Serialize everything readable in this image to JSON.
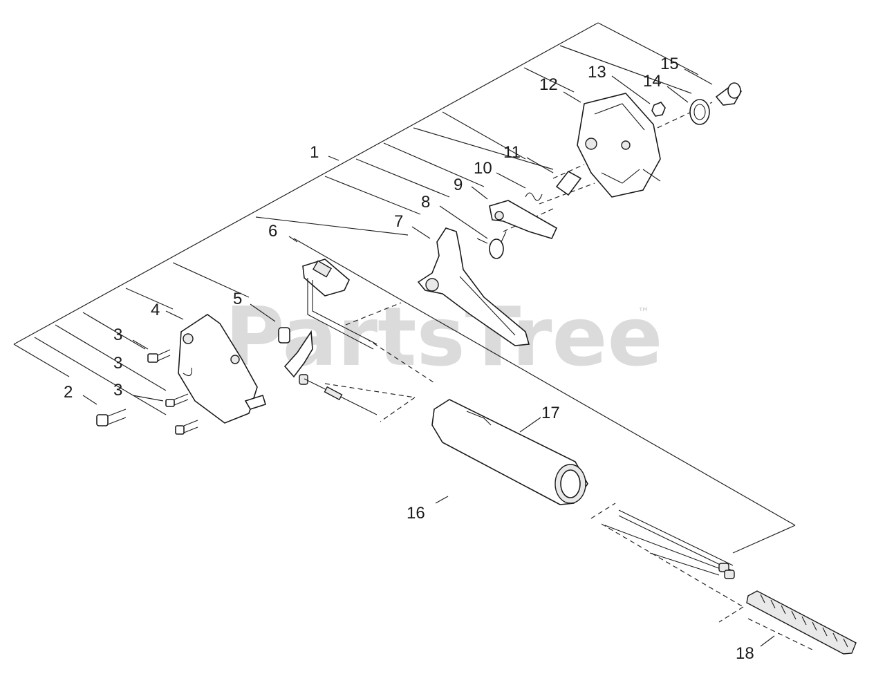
{
  "watermark": {
    "text": "PartsTree",
    "trademark": "™"
  },
  "callouts": {
    "c1": "1",
    "c2": "2",
    "c3a": "3",
    "c3b": "3",
    "c3c": "3",
    "c4": "4",
    "c5": "5",
    "c6": "6",
    "c7": "7",
    "c8": "8",
    "c9": "9",
    "c10": "10",
    "c11": "11",
    "c12": "12",
    "c13": "13",
    "c14": "14",
    "c15": "15",
    "c16": "16",
    "c17": "17",
    "c18": "18"
  }
}
